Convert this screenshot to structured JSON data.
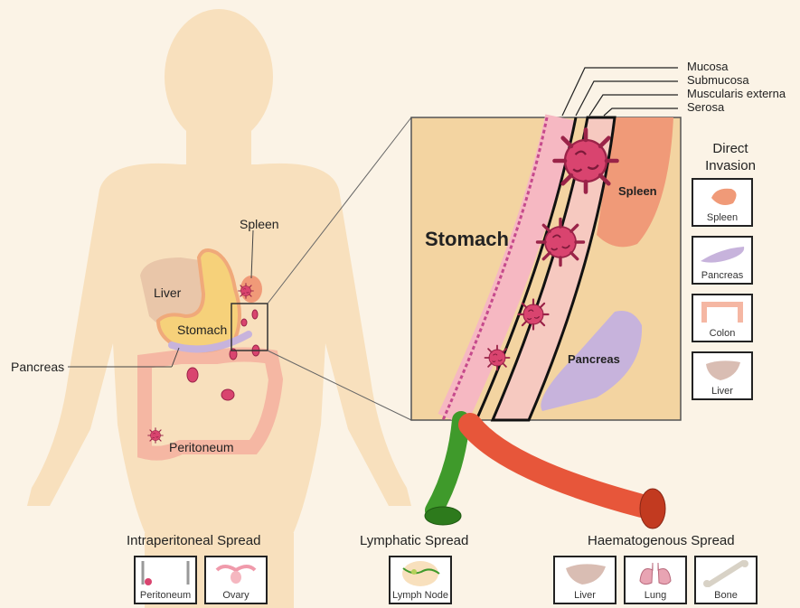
{
  "colors": {
    "background": "#fbf3e6",
    "body": "#f8e0bd",
    "stomach_panel": "#f3d4a1",
    "tumor": "#d9446f",
    "lymphatic": "#3f9a2b",
    "blood": "#e7563a",
    "spleen": "#f09a78",
    "pancreas": "#c7b3dc"
  },
  "body_labels": {
    "liver": "Liver",
    "stomach": "Stomach",
    "spleen": "Spleen",
    "pancreas": "Pancreas",
    "peritoneum": "Peritoneum"
  },
  "zoom_panel": {
    "stomach": "Stomach",
    "spleen": "Spleen",
    "pancreas": "Pancreas"
  },
  "layers": [
    "Mucosa",
    "Submucosa",
    "Muscularis externa",
    "Serosa"
  ],
  "direct_invasion": {
    "heading": "Direct\nInvasion",
    "items": [
      {
        "label": "Spleen",
        "icon": "spleen-icon"
      },
      {
        "label": "Pancreas",
        "icon": "pancreas-icon"
      },
      {
        "label": "Colon",
        "icon": "colon-icon"
      },
      {
        "label": "Liver",
        "icon": "liver-icon"
      }
    ]
  },
  "intraperitoneal": {
    "heading": "Intraperitoneal Spread",
    "items": [
      {
        "label": "Peritoneum",
        "icon": "peritoneum-icon"
      },
      {
        "label": "Ovary",
        "icon": "ovary-icon"
      }
    ]
  },
  "lymphatic": {
    "heading": "Lymphatic Spread",
    "items": [
      {
        "label": "Lymph Node",
        "icon": "lymph-node-icon"
      }
    ]
  },
  "haematogenous": {
    "heading": "Haematogenous Spread",
    "items": [
      {
        "label": "Liver",
        "icon": "liver-icon"
      },
      {
        "label": "Lung",
        "icon": "lung-icon"
      },
      {
        "label": "Bone",
        "icon": "bone-icon"
      }
    ]
  }
}
